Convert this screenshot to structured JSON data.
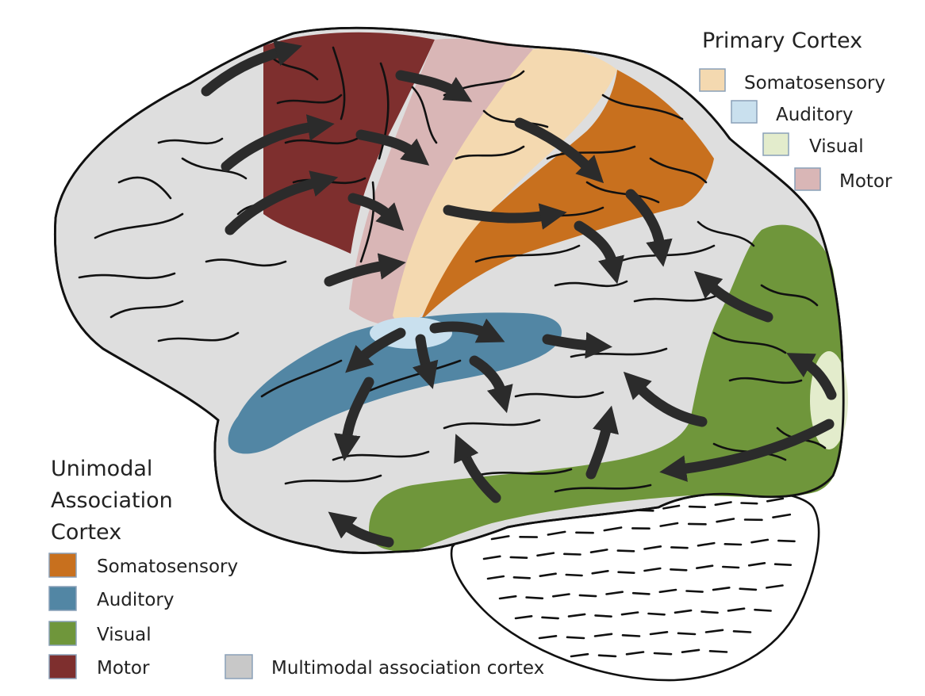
{
  "primary_legend": {
    "title": "Primary Cortex",
    "items": [
      {
        "key": "somatosensory",
        "label": "Somatosensory",
        "color": "#f4d9b0"
      },
      {
        "key": "auditory",
        "label": "Auditory",
        "color": "#c9e0ee"
      },
      {
        "key": "visual",
        "label": "Visual",
        "color": "#e3eccc"
      },
      {
        "key": "motor",
        "label": "Motor",
        "color": "#d9b6b6"
      }
    ]
  },
  "unimodal_legend": {
    "title_lines": [
      "Unimodal",
      "Association",
      "Cortex"
    ],
    "items": [
      {
        "key": "somatosensory",
        "label": "Somatosensory",
        "color": "#c8701e"
      },
      {
        "key": "auditory",
        "label": "Auditory",
        "color": "#5286a4"
      },
      {
        "key": "visual",
        "label": "Visual",
        "color": "#6f963b"
      },
      {
        "key": "motor",
        "label": "Motor",
        "color": "#7e2f2e"
      }
    ]
  },
  "multimodal_legend": {
    "label": "Multimodal association cortex",
    "color": "#c8c8c8"
  },
  "colors": {
    "brain_fill": "#dedede",
    "outline": "#111111",
    "arrow": "#2b2b2b",
    "cerebellum_fill": "#ffffff"
  }
}
